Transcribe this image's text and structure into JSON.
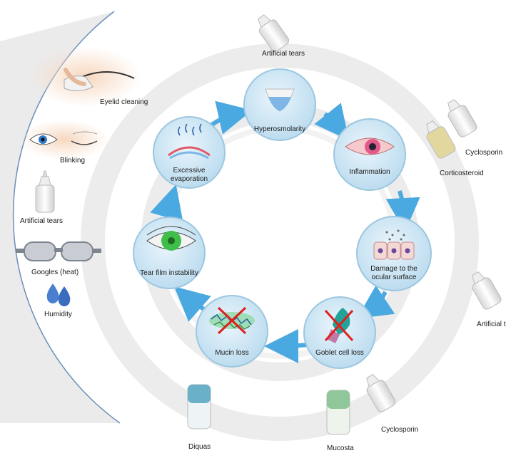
{
  "cycle": {
    "nodes": [
      {
        "label": "Hyperosmolarity"
      },
      {
        "label": "Inflammation"
      },
      {
        "label": "Damage to the",
        "label2": "ocular surface"
      },
      {
        "label": "Goblet cell loss"
      },
      {
        "label": "Mucin loss"
      },
      {
        "label": "Tear film instability"
      },
      {
        "label": "Excessive",
        "label2": "evaporation"
      }
    ]
  },
  "left_panel": {
    "items": [
      {
        "label": "Eyelid cleaning",
        "icon": "eyelid-cleaning-icon"
      },
      {
        "label": "Blinking",
        "icon": "eye-blink-icon"
      },
      {
        "label": "Artificial tears",
        "icon": "eyedrop-bottle-icon"
      },
      {
        "label": "Googles (heat)",
        "icon": "goggles-icon"
      },
      {
        "label": "Humidity",
        "icon": "water-drops-icon"
      }
    ]
  },
  "treatments": {
    "top_artificial_tears": "Artificial tears",
    "cyclosporin_upper": "Cyclosporin",
    "corticosteroid": "Corticosteroid",
    "artificial_tears_right": "Artificial t",
    "cyclosporin_lower": "Cyclosporin",
    "mucosta": "Mucosta",
    "diquas": "Diquas"
  },
  "colors": {
    "ring": "#ebebeb",
    "node_fill": "#cfe6f4",
    "node_stroke": "#9cc7e0",
    "arrow": "#4aa9e0",
    "panel": "#ececec",
    "panel_edge": "#6a8fb8",
    "cross": "#e01f1f"
  }
}
